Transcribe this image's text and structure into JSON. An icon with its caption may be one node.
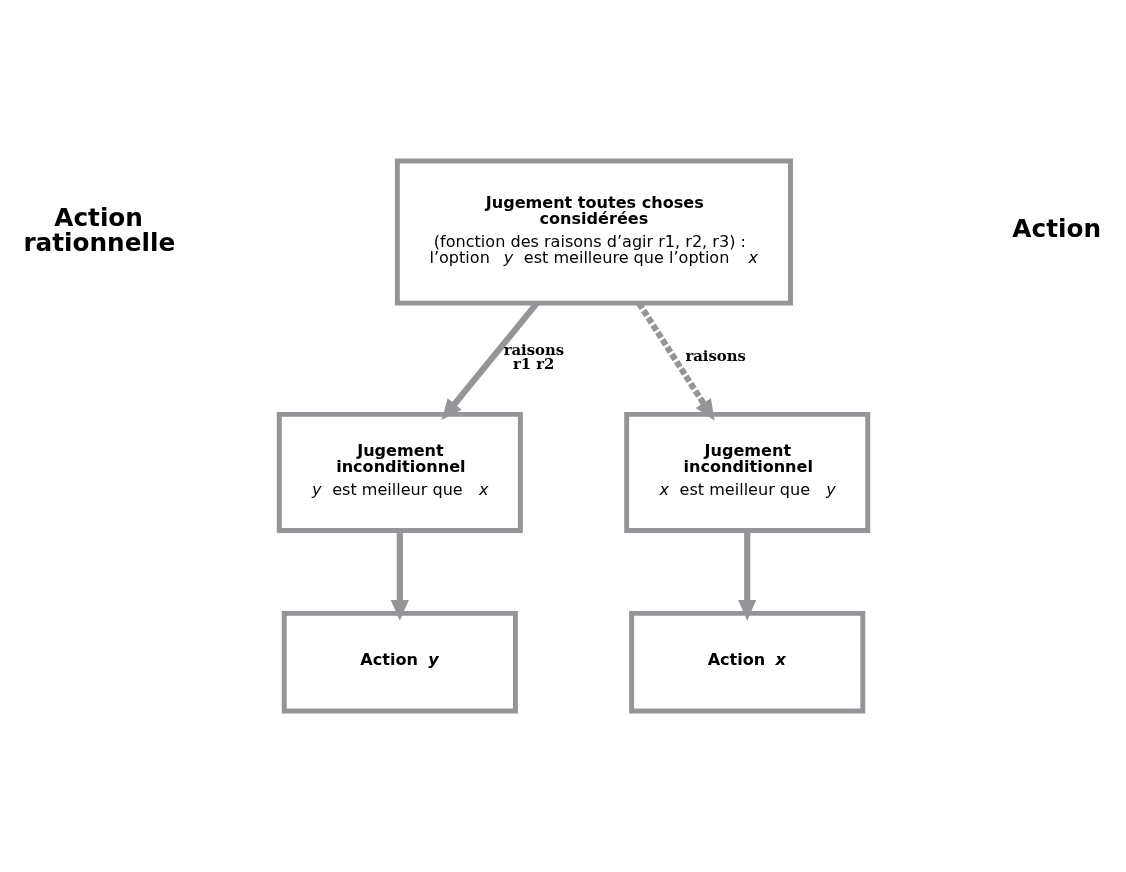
{
  "diagram": {
    "nodes": [
      {
        "text": [
          "Jugement toutes choses considérées",
          "(fonction des raisons d’agir r1, r2, r3) : l’option *y* est meilleure que l’option *x*"
        ]
      },
      {
        "text": [
          "Jugement inconditionnel",
          "*y* est meilleur que *x*"
        ]
      },
      {
        "text": [
          "Jugement inconditionnel",
          "*x* est meilleur que *y*"
        ]
      },
      {
        "text": [
          "Action *y*"
        ]
      },
      {
        "text": [
          "Action *x*"
        ]
      }
    ],
    "edges": [
      {
        "from": 0,
        "to": 1,
        "arrow": "to",
        "label": "raisons r1 r2"
      },
      {
        "from": 0,
        "to": 2,
        "arrow": "to",
        "label": "raisons",
        "style": "dashed"
      },
      {
        "from": 1,
        "to": 3,
        "arrow": "to"
      },
      {
        "from": 2,
        "to": 4,
        "arrow": "to"
      }
    ],
    "labels": [
      "Action rationnelle",
      "Action"
    ]
  }
}
